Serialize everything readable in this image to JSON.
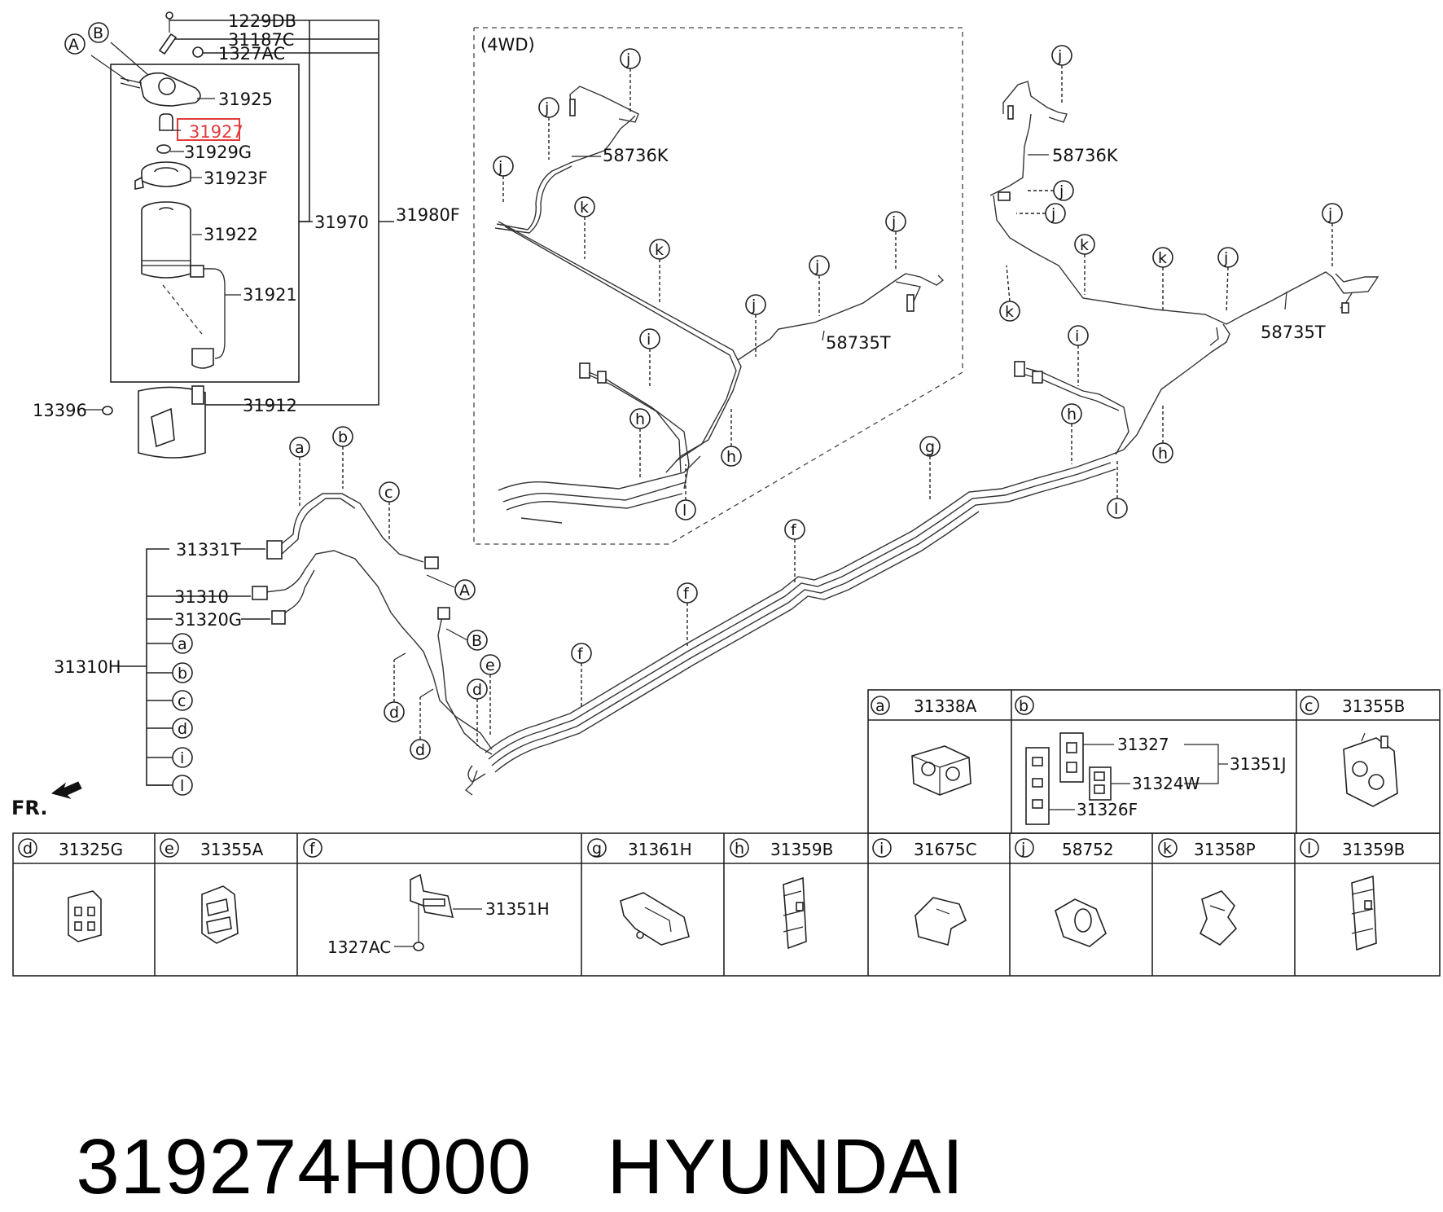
{
  "filter_assembly": {
    "labels": [
      "1229DB",
      "31187C",
      "1327AC",
      "31925",
      "31927",
      "31929G",
      "31923F",
      "31922",
      "31921",
      "31970",
      "31980F",
      "13396",
      "31912"
    ],
    "highlight_color": "#e23b3b",
    "callouts": [
      "A",
      "B"
    ]
  },
  "rear_section": {
    "title": "(4WD)",
    "labels": [
      "58736K",
      "58735T"
    ],
    "callouts": [
      "j",
      "j",
      "j",
      "k",
      "k",
      "j",
      "j",
      "j",
      "i",
      "h",
      "h",
      "l"
    ]
  },
  "right_section": {
    "labels": [
      "58736K",
      "58735T"
    ],
    "callouts": [
      "j",
      "j",
      "j",
      "j",
      "k",
      "k",
      "k",
      "j",
      "i",
      "h",
      "h",
      "l",
      "g"
    ]
  },
  "front_section": {
    "labels": [
      "31331T",
      "31310",
      "31320G",
      "31310H"
    ],
    "list_callouts": [
      "a",
      "b",
      "c",
      "d",
      "i",
      "l"
    ],
    "callouts": [
      "a",
      "b",
      "c",
      "A",
      "B",
      "d",
      "d",
      "e",
      "d",
      "f",
      "f",
      "f"
    ]
  },
  "fr_label": "FR.",
  "parts_table_top": [
    {
      "letter": "a",
      "part": "31338A"
    },
    {
      "letter": "b",
      "part": "",
      "sub": [
        "31327",
        "31324W",
        "31326F",
        "31351J"
      ]
    },
    {
      "letter": "c",
      "part": "31355B"
    }
  ],
  "parts_table_bottom": [
    {
      "letter": "d",
      "part": "31325G"
    },
    {
      "letter": "e",
      "part": "31355A"
    },
    {
      "letter": "f",
      "part": "",
      "sub": [
        "31351H",
        "1327AC"
      ]
    },
    {
      "letter": "g",
      "part": "31361H"
    },
    {
      "letter": "h",
      "part": "31359B"
    },
    {
      "letter": "i",
      "part": "31675C"
    },
    {
      "letter": "j",
      "part": "58752"
    },
    {
      "letter": "k",
      "part": "31358P"
    },
    {
      "letter": "l",
      "part": "31359B"
    }
  ],
  "footer": {
    "part_number": "319274H000",
    "brand": "HYUNDAI"
  }
}
